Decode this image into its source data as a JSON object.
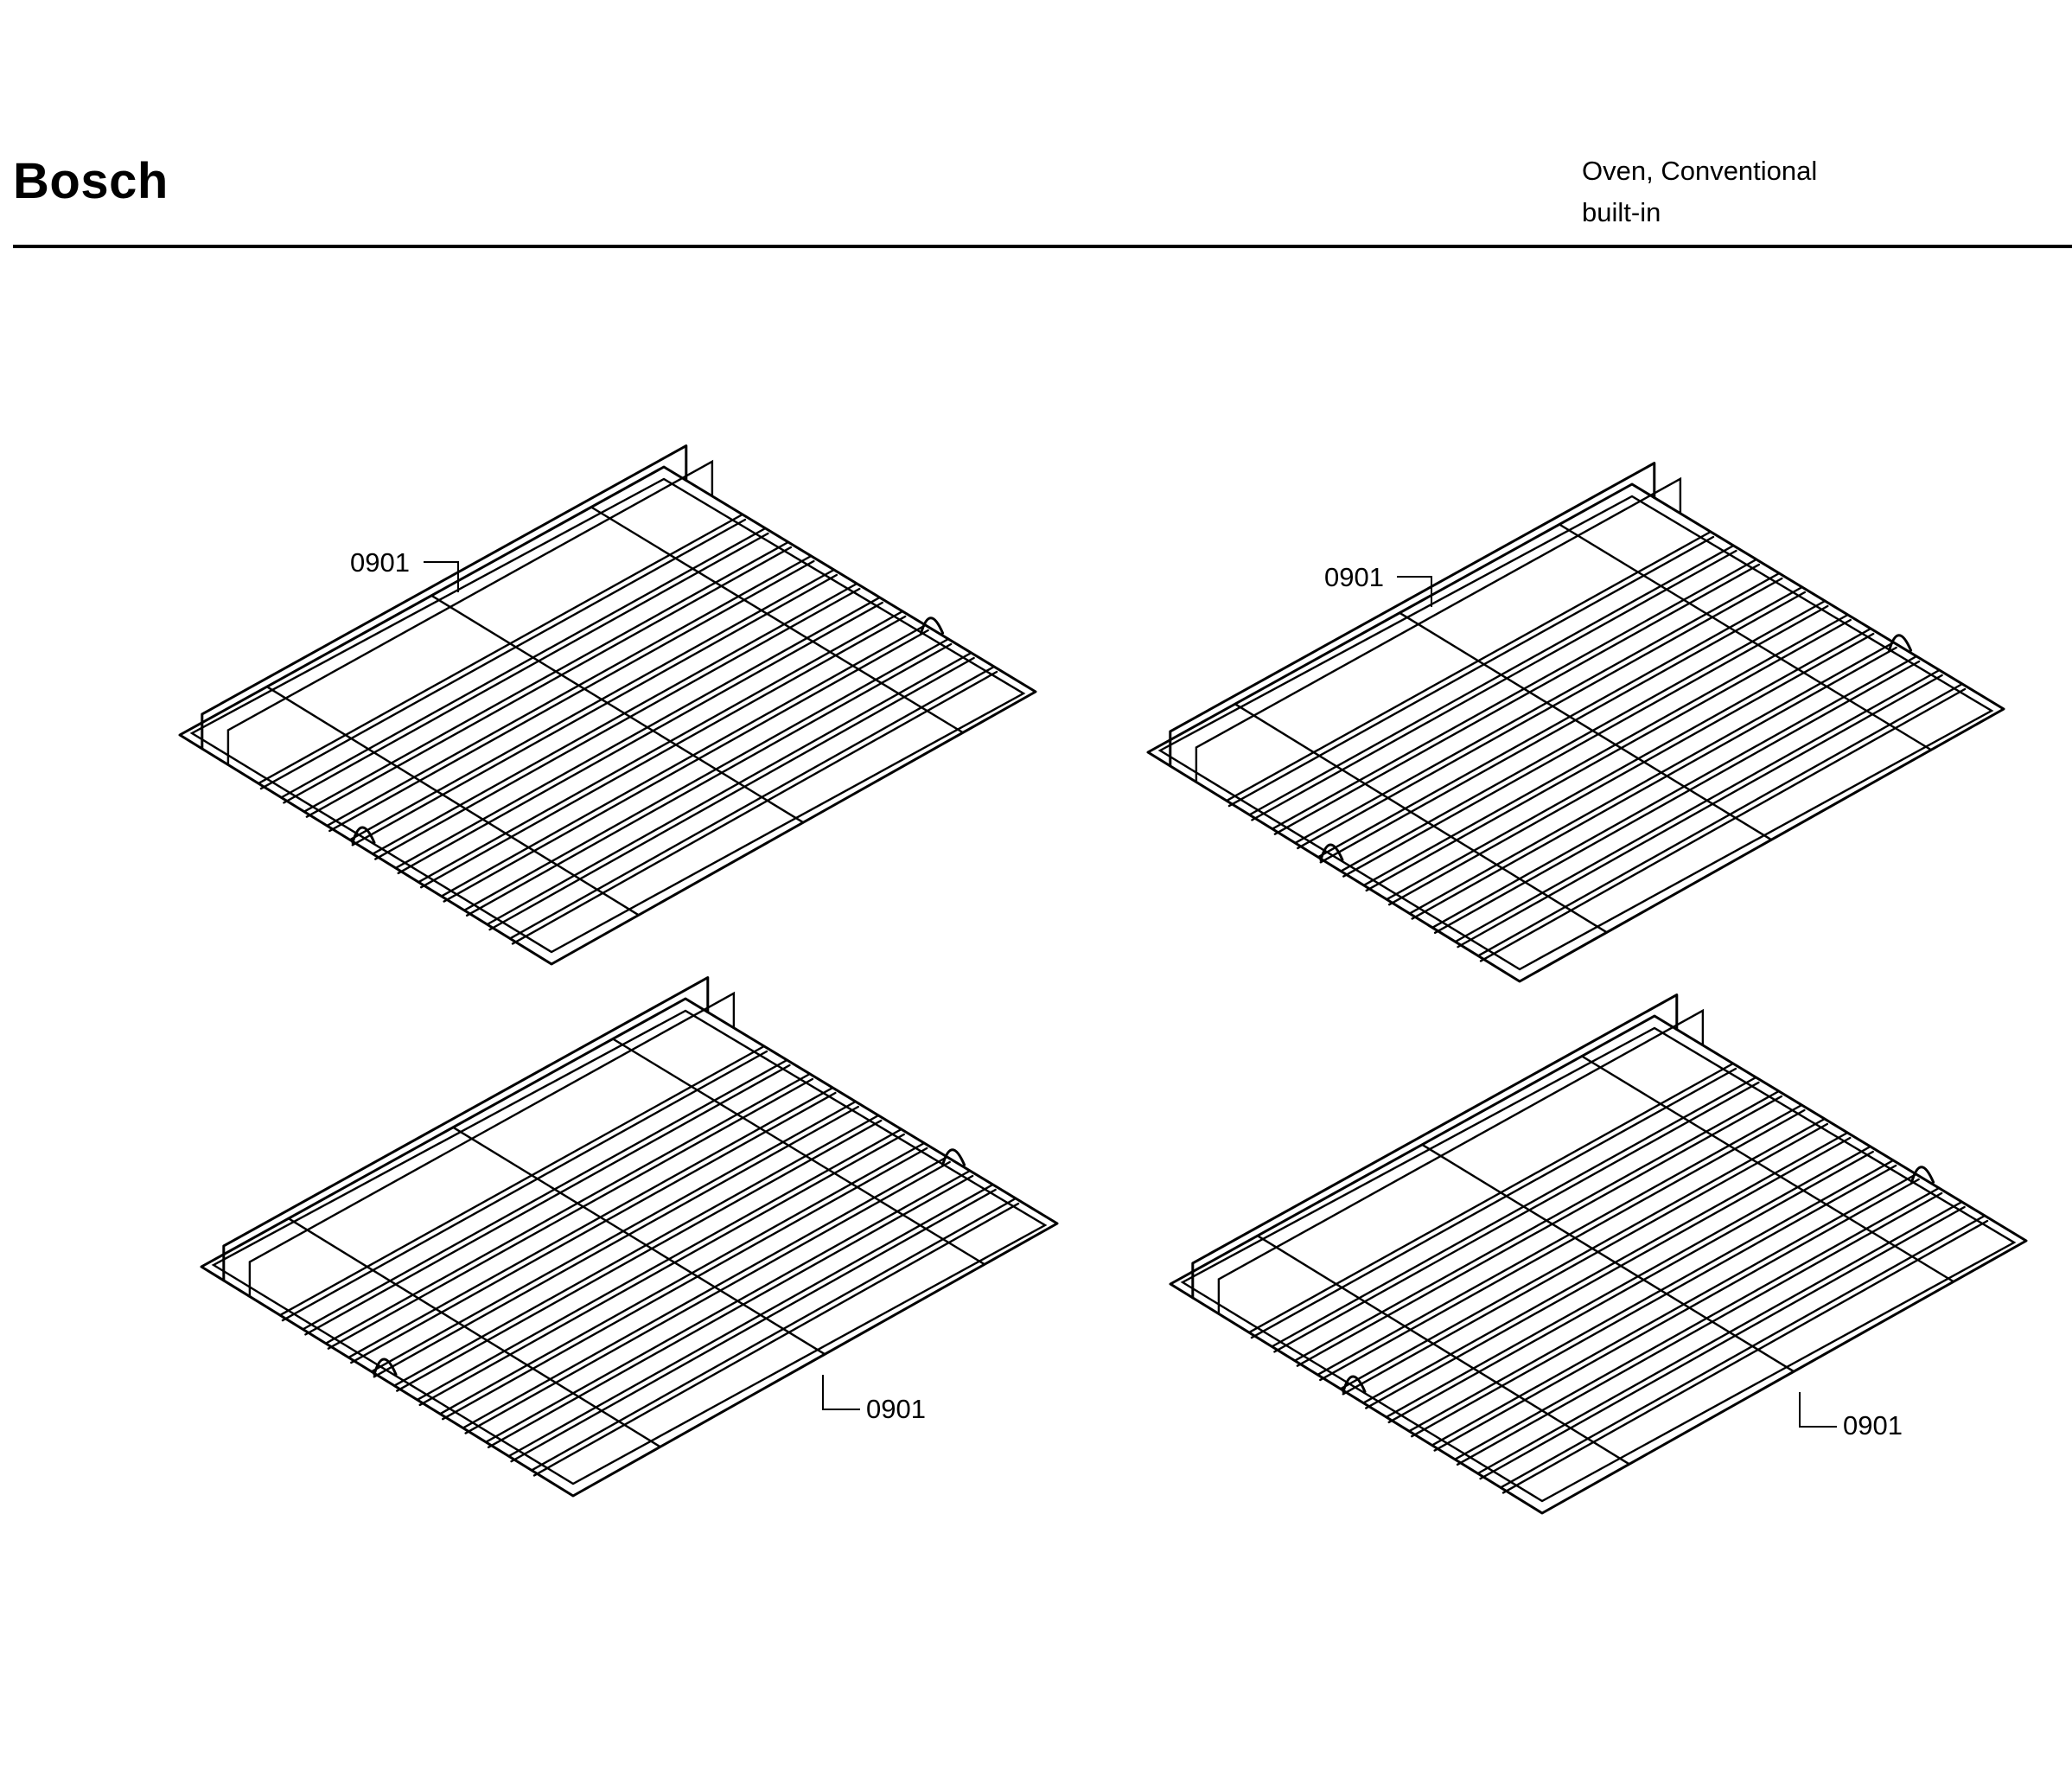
{
  "header": {
    "brand": "Bosch",
    "product_line1": "Oven, Conventional",
    "product_line2": "built-in"
  },
  "racks": [
    {
      "id": "rack-1",
      "part_number": "0901"
    },
    {
      "id": "rack-2",
      "part_number": "0901"
    },
    {
      "id": "rack-3",
      "part_number": "0901"
    },
    {
      "id": "rack-4",
      "part_number": "0901"
    }
  ]
}
